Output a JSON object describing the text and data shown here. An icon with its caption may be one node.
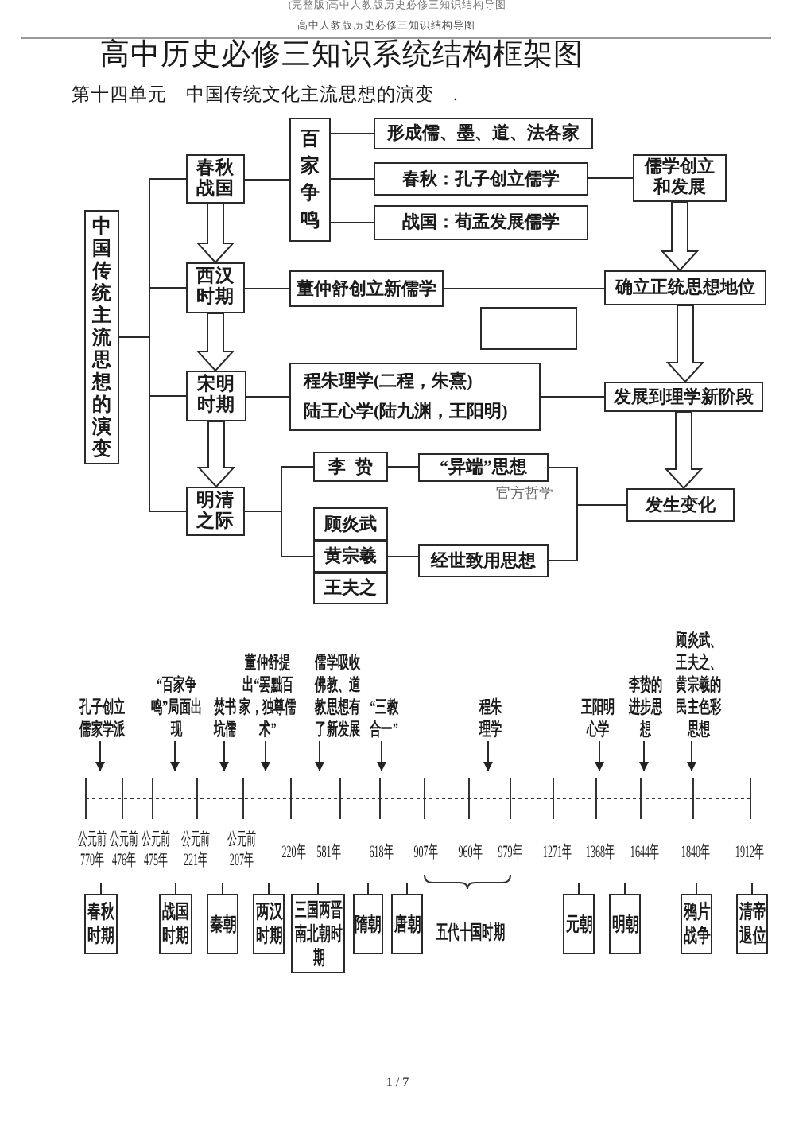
{
  "diagram": {
    "title": "高中历史必修三知识系统结构框架图",
    "nodes": [
      {
        "text": [
          "中国传统主流思想的演变"
        ]
      },
      {
        "text": [
          "春秋战国"
        ]
      },
      {
        "text": [
          "百家争鸣"
        ]
      },
      {
        "text": [
          "形成儒、墨、道、法各家"
        ]
      },
      {
        "text": [
          "春秋：孔子创立儒学"
        ]
      },
      {
        "text": [
          "战国：荀孟发展儒学"
        ]
      },
      {
        "text": [
          "儒学创立和发展"
        ]
      },
      {
        "text": [
          "西汉时期"
        ]
      },
      {
        "text": [
          "董仲舒创立新儒学"
        ]
      },
      {
        "text": [
          "确立正统思想地位"
        ]
      },
      {
        "text": [],
        "shape": "box"
      },
      {
        "text": [
          "宋明时期"
        ]
      },
      {
        "text": [
          "程朱理学(二程，朱熹)",
          "陆王心学(陆九渊，王阳明)"
        ]
      },
      {
        "text": [
          "发展到理学新阶段"
        ]
      },
      {
        "text": [
          "明清之际"
        ]
      },
      {
        "text": [
          "李贽"
        ]
      },
      {
        "text": [
          "“异端”思想"
        ]
      },
      {
        "text": [
          "顾炎武"
        ]
      },
      {
        "text": [
          "黄宗羲"
        ]
      },
      {
        "text": [
          "王夫之"
        ]
      },
      {
        "text": [
          "经世致用思想"
        ]
      },
      {
        "text": [
          "发生变化"
        ]
      },
      {
        "text": [
          "孔子创立儒家学派"
        ]
      },
      {
        "text": [
          "“百家争鸣”局面出现"
        ]
      },
      {
        "text": [
          "焚书坑儒"
        ]
      },
      {
        "text": [
          "董仲舒提出“罢黜百家，独尊儒术”"
        ]
      },
      {
        "text": [
          "儒学吸收佛教、道教思想有了新发展"
        ]
      },
      {
        "text": [
          "“三教合一”"
        ]
      },
      {
        "text": [
          "程朱理学"
        ]
      },
      {
        "text": [
          "王阳明心学"
        ]
      },
      {
        "text": [
          "李贽的进步思想"
        ]
      },
      {
        "text": [
          "顾炎武、王夫之、黄宗羲的民主色彩思想"
        ]
      },
      {
        "text": [
          "春秋时期"
        ]
      },
      {
        "text": [
          "战国时期"
        ]
      },
      {
        "text": [
          "秦朝"
        ]
      },
      {
        "text": [
          "两汉时期"
        ]
      },
      {
        "text": [
          "三国两晋南北朝时期"
        ]
      },
      {
        "text": [
          "隋朝"
        ]
      },
      {
        "text": [
          "唐朝"
        ]
      },
      {
        "text": [
          "元朝"
        ]
      },
      {
        "text": [
          "明朝"
        ]
      },
      {
        "text": [
          "鸦片战争"
        ]
      },
      {
        "text": [
          "清帝退位"
        ]
      }
    ],
    "edges": [
      {
        "from": 0,
        "to": 1,
        "arrow": "none"
      },
      {
        "from": 0,
        "to": 7,
        "arrow": "none"
      },
      {
        "from": 0,
        "to": 11,
        "arrow": "none"
      },
      {
        "from": 0,
        "to": 14,
        "arrow": "none"
      },
      {
        "from": 1,
        "to": 2,
        "arrow": "none"
      },
      {
        "from": 2,
        "to": 3,
        "arrow": "none"
      },
      {
        "from": 2,
        "to": 4,
        "arrow": "none"
      },
      {
        "from": 2,
        "to": 5,
        "arrow": "none"
      },
      {
        "from": 4,
        "to": 6,
        "arrow": "none"
      },
      {
        "from": 1,
        "to": 7,
        "arrow": "to",
        "style": "thick"
      },
      {
        "from": 6,
        "to": 9,
        "arrow": "to",
        "style": "thick"
      },
      {
        "from": 7,
        "to": 8,
        "arrow": "none"
      },
      {
        "from": 8,
        "to": 9,
        "arrow": "none"
      },
      {
        "from": 7,
        "to": 11,
        "arrow": "to",
        "style": "thick"
      },
      {
        "from": 9,
        "to": 13,
        "arrow": "to",
        "style": "thick"
      },
      {
        "from": 11,
        "to": 12,
        "arrow": "none"
      },
      {
        "from": 12,
        "to": 13,
        "arrow": "none"
      },
      {
        "from": 11,
        "to": 14,
        "arrow": "to",
        "style": "thick"
      },
      {
        "from": 13,
        "to": 21,
        "arrow": "to",
        "style": "thick"
      },
      {
        "from": 14,
        "to": 15,
        "arrow": "none"
      },
      {
        "from": 14,
        "to": 18,
        "arrow": "none"
      },
      {
        "from": 15,
        "to": 16,
        "arrow": "none"
      },
      {
        "from": 18,
        "to": 20,
        "arrow": "none"
      },
      {
        "from": 16,
        "to": 21,
        "arrow": "none"
      },
      {
        "from": 20,
        "to": 21,
        "arrow": "none"
      },
      {
        "from": 22,
        "to": null,
        "arrow": "to"
      },
      {
        "from": 23,
        "to": null,
        "arrow": "to"
      },
      {
        "from": 24,
        "to": null,
        "arrow": "to"
      },
      {
        "from": 25,
        "to": null,
        "arrow": "to"
      },
      {
        "from": 26,
        "to": null,
        "arrow": "to"
      },
      {
        "from": 27,
        "to": null,
        "arrow": "to"
      },
      {
        "from": 28,
        "to": null,
        "arrow": "to"
      },
      {
        "from": 29,
        "to": null,
        "arrow": "to"
      },
      {
        "from": 30,
        "to": null,
        "arrow": "to"
      },
      {
        "from": 31,
        "to": null,
        "arrow": "to"
      },
      {
        "from": 32,
        "to": null,
        "arrow": "none"
      },
      {
        "from": 33,
        "to": null,
        "arrow": "none"
      },
      {
        "from": 34,
        "to": null,
        "arrow": "none"
      },
      {
        "from": 35,
        "to": null,
        "arrow": "none"
      },
      {
        "from": 36,
        "to": null,
        "arrow": "none"
      },
      {
        "from": 37,
        "to": null,
        "arrow": "none"
      },
      {
        "from": 38,
        "to": null,
        "arrow": "none"
      },
      {
        "from": 39,
        "to": null,
        "arrow": "none"
      },
      {
        "from": 40,
        "to": null,
        "arrow": "none"
      },
      {
        "from": 41,
        "to": null,
        "arrow": "none"
      },
      {
        "from": 42,
        "to": null,
        "arrow": "none"
      }
    ],
    "labels": [
      "(完整版)高中人教版历史必修三知识结构导图",
      "高中人教版历史必修三知识结构导图",
      "第十四单元　中国传统文化主流思想的演变　.",
      "官方哲学",
      "公元前770年",
      "公元前476年",
      "公元前475年",
      "公元前221年",
      "公元前207年",
      "220年",
      "581年",
      "618年",
      "907年",
      "960年",
      "979年",
      "1271年",
      "1368年",
      "1644年",
      "1840年",
      "1912年",
      "五代十国时期",
      "1 / 7"
    ]
  }
}
